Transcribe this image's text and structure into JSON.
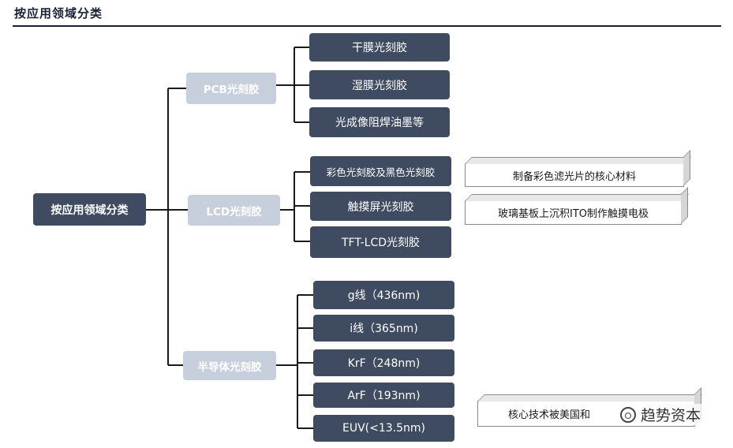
{
  "header": {
    "title": "按应用领域分类"
  },
  "diagram": {
    "root": "按应用领域分类",
    "categories": [
      {
        "label": "PCB光刻胶",
        "items": [
          "干膜光刻胶",
          "湿膜光刻胶",
          "光成像阻焊油墨等"
        ]
      },
      {
        "label": "LCD光刻胶",
        "items": [
          "彩色光刻胶及黑色光刻胶",
          "触摸屏光刻胶",
          "TFT-LCD光刻胶"
        ]
      },
      {
        "label": "半导体光刻胶",
        "items": [
          "g线（436nm)",
          "i线（365nm)",
          "KrF（248nm)",
          "ArF（193nm)",
          "EUV(<13.5nm)"
        ]
      }
    ],
    "notes": [
      "制备彩色滤光片的核心材料",
      "玻璃基板上沉积ITO制作触摸电极",
      "核心技术被美国和"
    ]
  },
  "watermark": {
    "text": "趋势资本"
  }
}
